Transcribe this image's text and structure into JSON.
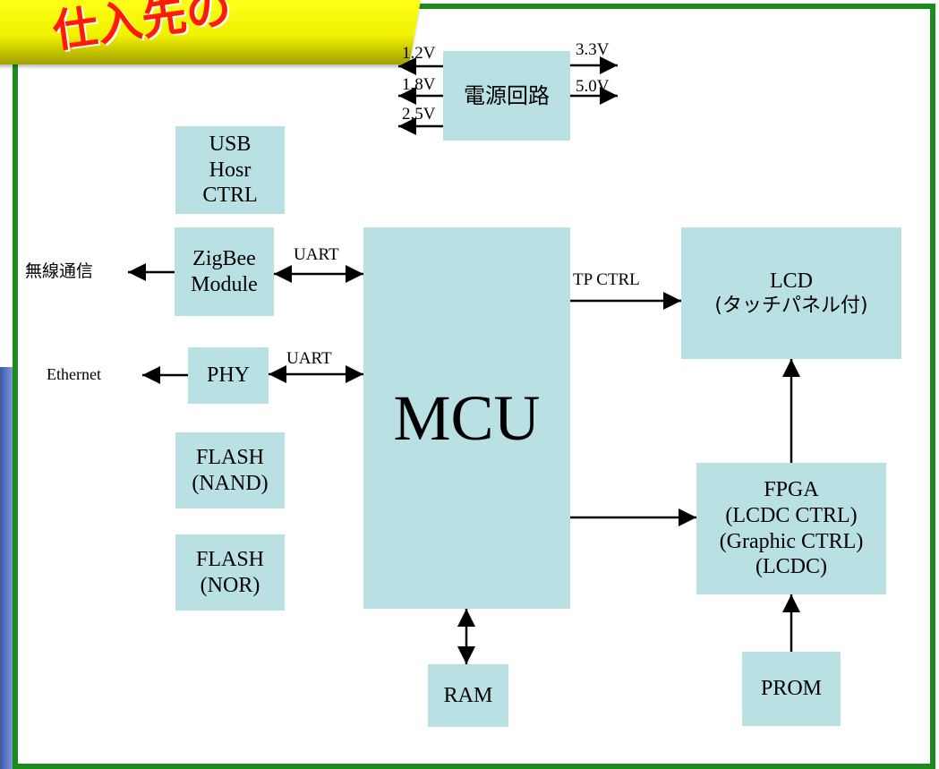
{
  "banner": {
    "text": "仕入先の"
  },
  "blocks": {
    "power": "電源回路",
    "usb": "USB\nHosr\nCTRL",
    "zigbee": "ZigBee\nModule",
    "phy": "PHY",
    "flash_nand": "FLASH\n(NAND)",
    "flash_nor": "FLASH\n(NOR)",
    "mcu": "MCU",
    "ram": "RAM",
    "lcd_line1": "LCD",
    "lcd_line2": "(タッチパネル付)",
    "fpga": "FPGA\n(LCDC CTRL)\n(Graphic CTRL)\n(LCDC)",
    "prom": "PROM"
  },
  "labels": {
    "v12": "1.2V",
    "v18": "1.8V",
    "v25": "2.5V",
    "v33": "3.3V",
    "v50": "5.0V",
    "wireless": "無線通信",
    "ethernet": "Ethernet",
    "uart_zigbee": "UART",
    "uart_phy": "UART",
    "tp_ctrl": "TP CTRL"
  },
  "colors": {
    "block_fill": "#b9e0e3",
    "frame": "#1d8a1d",
    "banner": "#f1f100",
    "banner_text": "#ff1a00",
    "wire": "#000000"
  }
}
